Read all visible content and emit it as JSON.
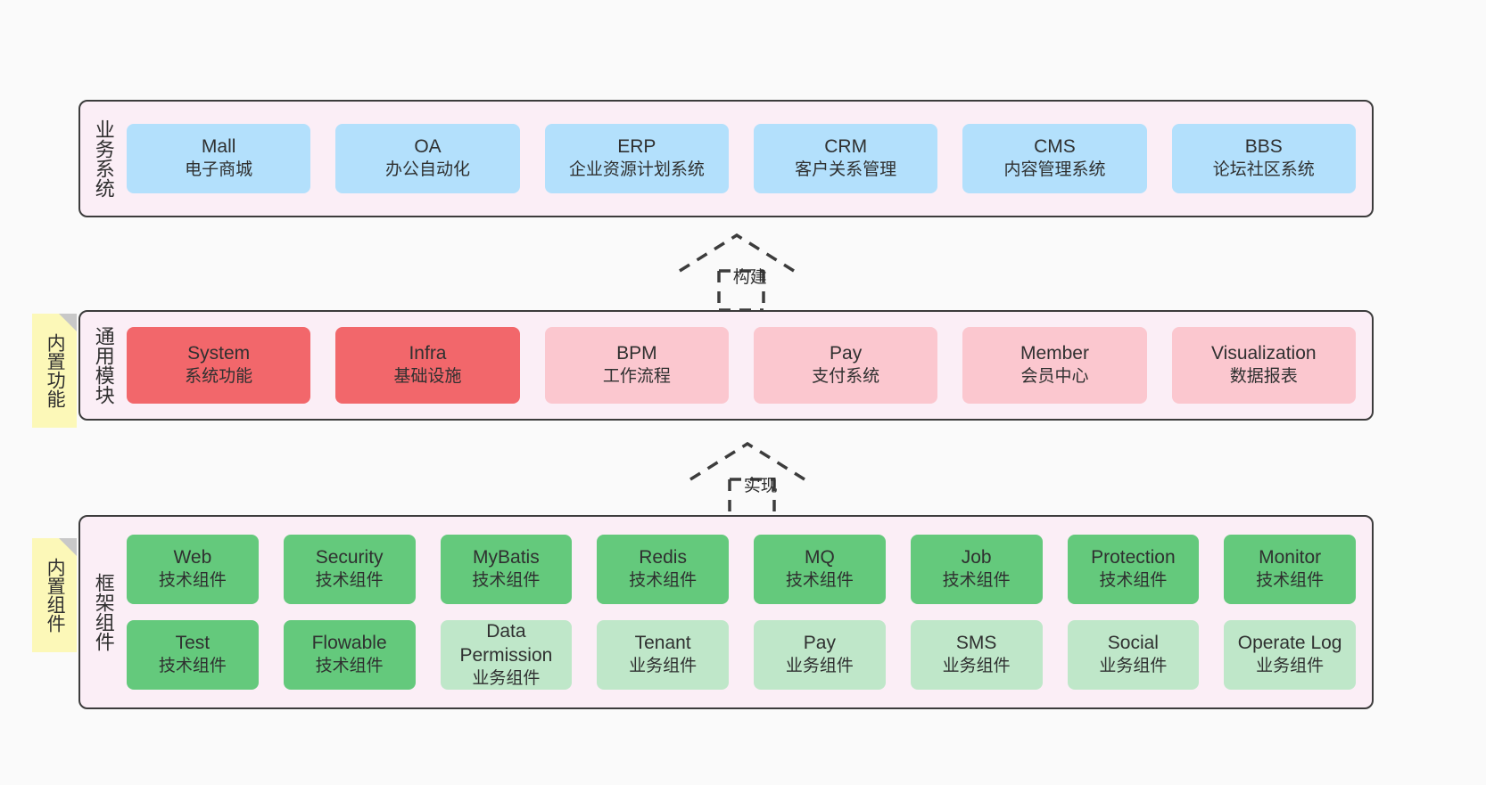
{
  "diagram": {
    "title": "系统架构图",
    "background": "#fafafa",
    "panel_fill": "#fbeef6",
    "panel_border": "#3c3c3c",
    "note_fill": "#fcf8b8"
  },
  "layers": [
    {
      "id": "business",
      "label": "业务系统",
      "note": null,
      "rows": [
        {
          "nodes": [
            {
              "en": "Mall",
              "cn": "电子商城",
              "color": "#b3e0fc",
              "style": "blue"
            },
            {
              "en": "OA",
              "cn": "办公自动化",
              "color": "#b3e0fc",
              "style": "blue"
            },
            {
              "en": "ERP",
              "cn": "企业资源计划系统",
              "color": "#b3e0fc",
              "style": "blue"
            },
            {
              "en": "CRM",
              "cn": "客户关系管理",
              "color": "#b3e0fc",
              "style": "blue"
            },
            {
              "en": "CMS",
              "cn": "内容管理系统",
              "color": "#b3e0fc",
              "style": "blue"
            },
            {
              "en": "BBS",
              "cn": "论坛社区系统",
              "color": "#b3e0fc",
              "style": "blue"
            }
          ]
        }
      ]
    },
    {
      "id": "modules",
      "label": "通用模块",
      "note": "内置功能",
      "rows": [
        {
          "nodes": [
            {
              "en": "System",
              "cn": "系统功能",
              "color": "#f2676b",
              "style": "red"
            },
            {
              "en": "Infra",
              "cn": "基础设施",
              "color": "#f2676b",
              "style": "red"
            },
            {
              "en": "BPM",
              "cn": "工作流程",
              "color": "#fbc7cf",
              "style": "pinkl"
            },
            {
              "en": "Pay",
              "cn": "支付系统",
              "color": "#fbc7cf",
              "style": "pinkl"
            },
            {
              "en": "Member",
              "cn": "会员中心",
              "color": "#fbc7cf",
              "style": "pinkl"
            },
            {
              "en": "Visualization",
              "cn": "数据报表",
              "color": "#fbc7cf",
              "style": "pinkl"
            }
          ]
        }
      ]
    },
    {
      "id": "framework",
      "label": "框架组件",
      "note": "内置组件",
      "rows": [
        {
          "nodes": [
            {
              "en": "Web",
              "cn": "技术组件",
              "color": "#64c97c",
              "style": "green"
            },
            {
              "en": "Security",
              "cn": "技术组件",
              "color": "#64c97c",
              "style": "green"
            },
            {
              "en": "MyBatis",
              "cn": "技术组件",
              "color": "#64c97c",
              "style": "green"
            },
            {
              "en": "Redis",
              "cn": "技术组件",
              "color": "#64c97c",
              "style": "green"
            },
            {
              "en": "MQ",
              "cn": "技术组件",
              "color": "#64c97c",
              "style": "green"
            },
            {
              "en": "Job",
              "cn": "技术组件",
              "color": "#64c97c",
              "style": "green"
            },
            {
              "en": "Protection",
              "cn": "技术组件",
              "color": "#64c97c",
              "style": "green"
            },
            {
              "en": "Monitor",
              "cn": "技术组件",
              "color": "#64c97c",
              "style": "green"
            }
          ]
        },
        {
          "nodes": [
            {
              "en": "Test",
              "cn": "技术组件",
              "color": "#64c97c",
              "style": "green"
            },
            {
              "en": "Flowable",
              "cn": "技术组件",
              "color": "#64c97c",
              "style": "green"
            },
            {
              "en": "Data Permission",
              "cn": "业务组件",
              "color": "#bfe7c9",
              "style": "greenl"
            },
            {
              "en": "Tenant",
              "cn": "业务组件",
              "color": "#bfe7c9",
              "style": "greenl"
            },
            {
              "en": "Pay",
              "cn": "业务组件",
              "color": "#bfe7c9",
              "style": "greenl"
            },
            {
              "en": "SMS",
              "cn": "业务组件",
              "color": "#bfe7c9",
              "style": "greenl"
            },
            {
              "en": "Social",
              "cn": "业务组件",
              "color": "#bfe7c9",
              "style": "greenl"
            },
            {
              "en": "Operate Log",
              "cn": "业务组件",
              "color": "#bfe7c9",
              "style": "greenl"
            }
          ]
        }
      ]
    }
  ],
  "connectors": [
    {
      "id": "build",
      "label": "构建",
      "from": "modules",
      "to": "business"
    },
    {
      "id": "implement",
      "label": "实现",
      "from": "framework",
      "to": "modules"
    }
  ]
}
